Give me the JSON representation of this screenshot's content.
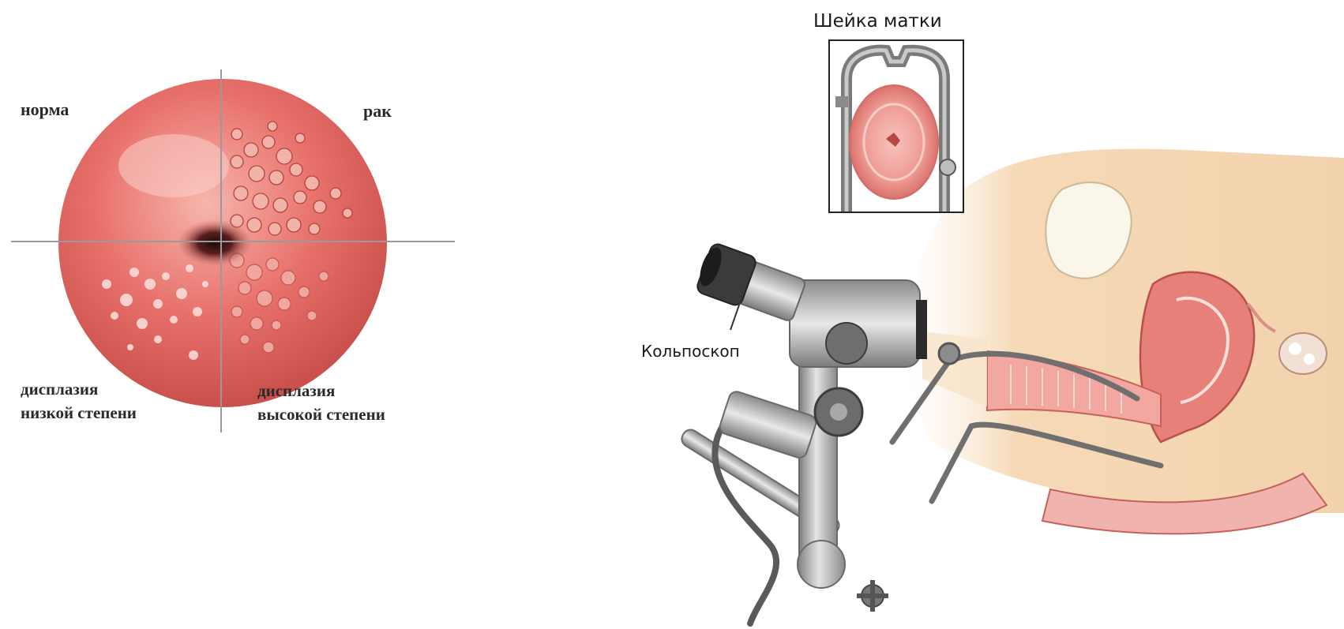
{
  "left_panel": {
    "quadrant_labels": {
      "top_left": "норма",
      "top_right": "рак",
      "bottom_left_line1": "дисплазия",
      "bottom_left_line2": "низкой степени",
      "bottom_right_line1": "дисплазия",
      "bottom_right_line2": "высокой степени"
    }
  },
  "right_panel": {
    "inset_title": "Шейка матки",
    "device_label": "Кольпоскоп"
  },
  "colors": {
    "tissue": "#e8706a",
    "tissue_light": "#f3a9a2",
    "tissue_dark": "#c94a48",
    "metal": "#9a9a9a",
    "skin": "#f6d9b6"
  }
}
